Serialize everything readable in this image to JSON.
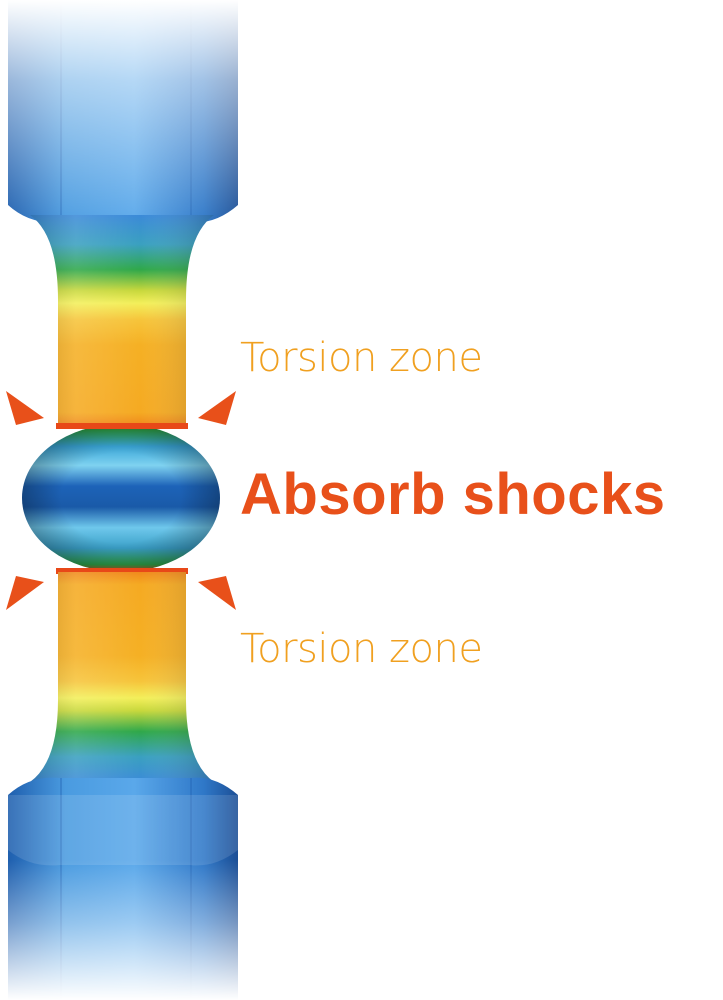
{
  "labels": {
    "torsion_top": "Torsion zone",
    "absorb": "Absorb shocks",
    "torsion_bottom": "Torsion zone"
  },
  "colors": {
    "torsion_text": "#f0a020",
    "absorb_text": "#e8501a",
    "arrow": "#e8501a",
    "shaft_blue": "#3a86d4",
    "zone_orange": "#f5b024",
    "zone_yellow": "#f3ef5a",
    "zone_green": "#2ea844",
    "band_red": "#e84818"
  },
  "icons": {
    "arrows": "triangle-pointer"
  }
}
